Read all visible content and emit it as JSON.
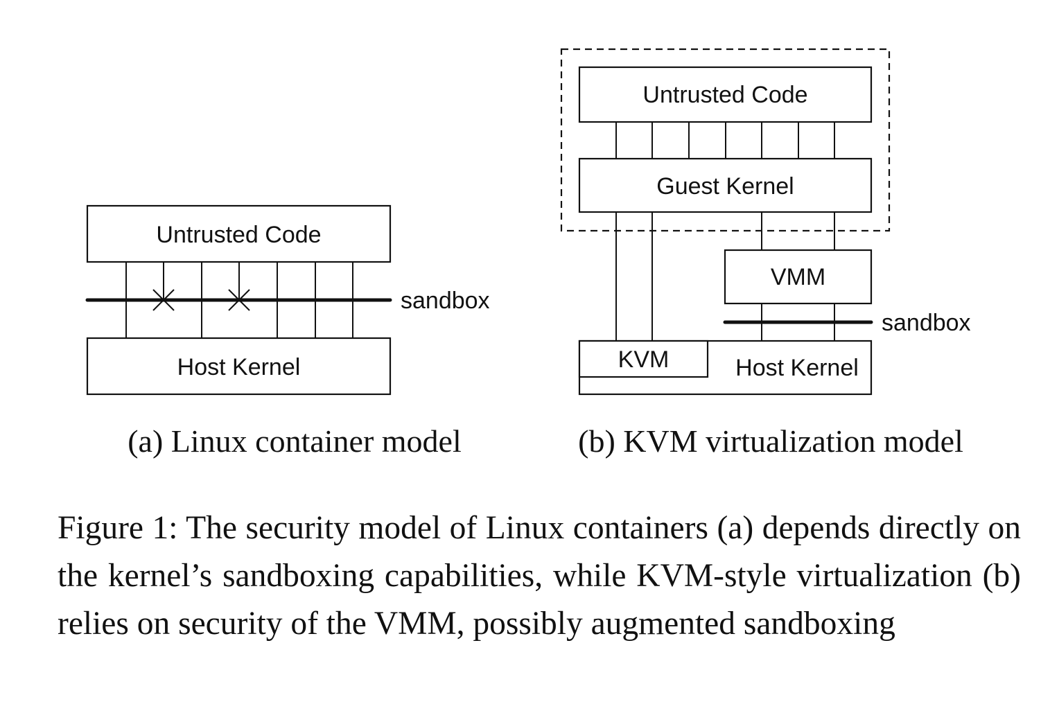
{
  "diagram_a": {
    "untrusted_code": "Untrusted Code",
    "host_kernel": "Host Kernel",
    "sandbox": "sandbox",
    "subcaption": "(a) Linux container model"
  },
  "diagram_b": {
    "untrusted_code": "Untrusted Code",
    "guest_kernel": "Guest Kernel",
    "vmm": "VMM",
    "kvm": "KVM",
    "host_kernel": "Host Kernel",
    "sandbox": "sandbox",
    "subcaption": "(b) KVM virtualization model"
  },
  "caption": "Figure 1: The security model of Linux containers (a) depends directly on the kernel’s sandboxing capabilities, while KVM-style virtualization (b) relies on security of the VMM, possibly augmented sandboxing"
}
